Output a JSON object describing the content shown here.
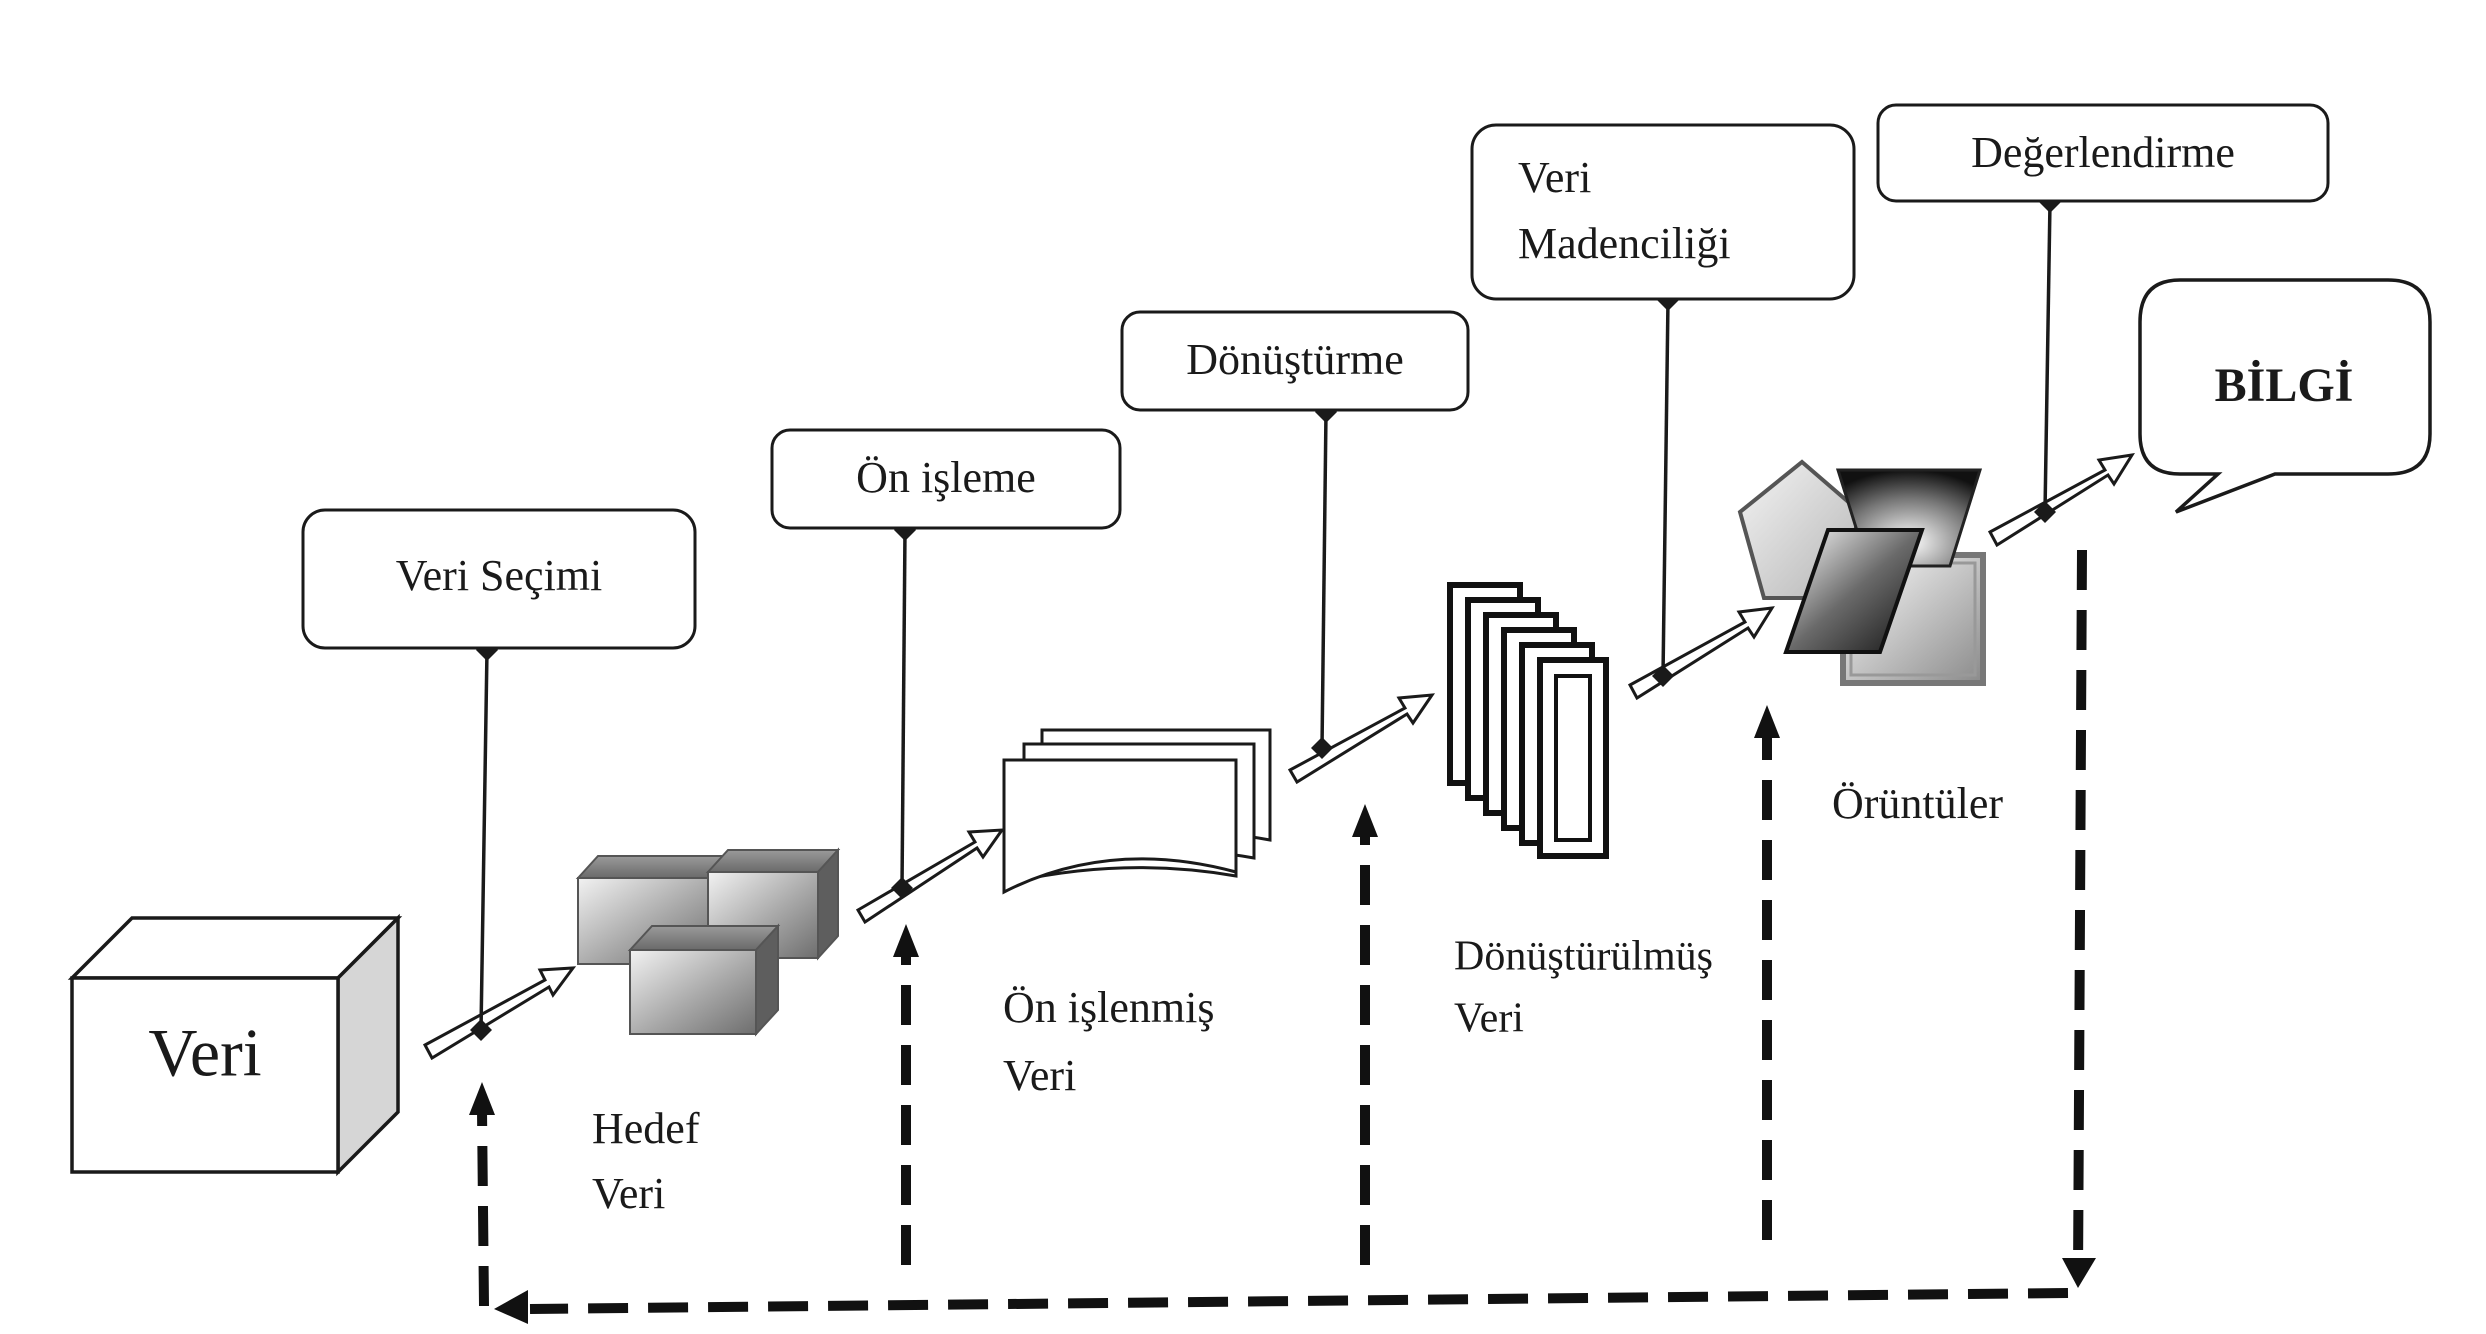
{
  "steps": {
    "selection": "Veri Seçimi",
    "preprocessing": "Ön işleme",
    "transformation": "Dönüştürme",
    "mining_line1": "Veri",
    "mining_line2": "Madenciliği",
    "evaluation": "Değerlendirme"
  },
  "stages": {
    "data": "Veri",
    "target_line1": "Hedef",
    "target_line2": "Veri",
    "preprocessed_line1": "Ön işlenmiş",
    "preprocessed_line2": "Veri",
    "transformed_line1": "Dönüştürülmüş",
    "transformed_line2": "Veri",
    "patterns": "Örüntüler",
    "knowledge": "BİLGİ"
  },
  "colors": {
    "line": "#1a1a1a",
    "background": "#ffffff"
  }
}
